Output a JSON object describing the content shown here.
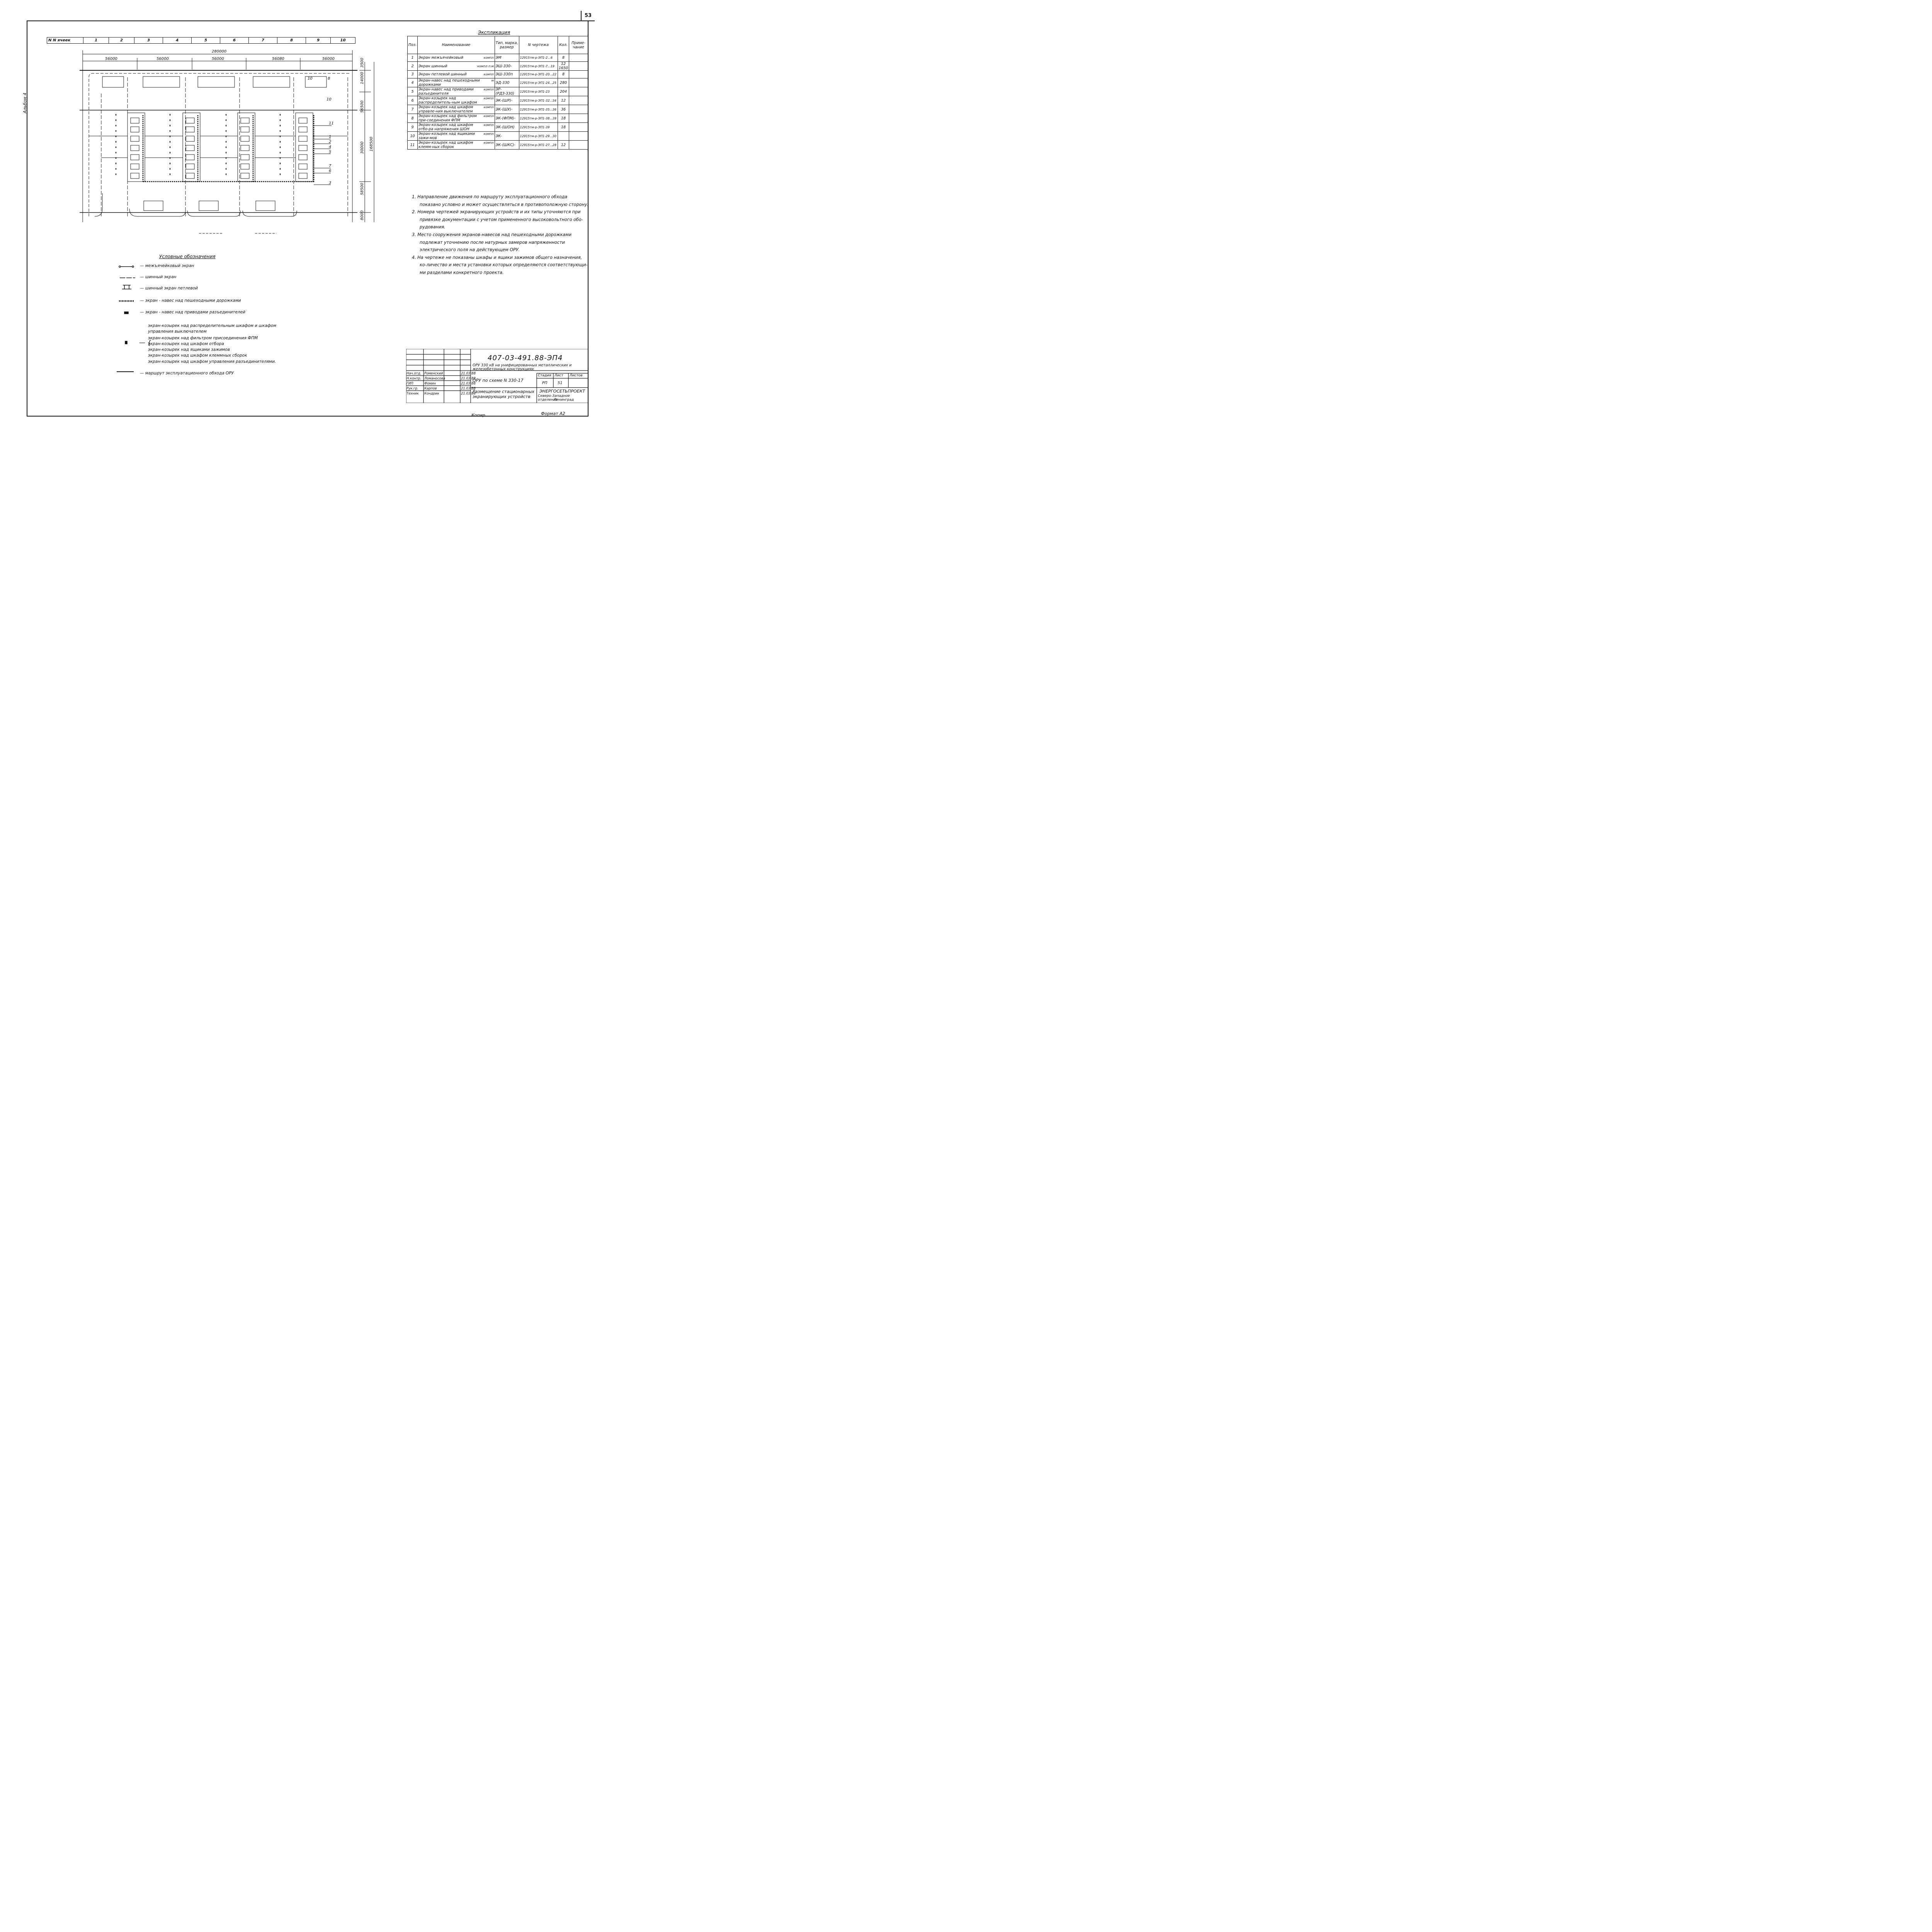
{
  "page_number": "53",
  "album": "Альбом 4",
  "cells_row": {
    "header": "N N ячеек",
    "cells": [
      "1",
      "2",
      "3",
      "4",
      "5",
      "6",
      "7",
      "8",
      "9",
      "10"
    ]
  },
  "dimensions": {
    "overall": "280000",
    "spans": [
      "56000",
      "56000",
      "56000",
      "56080",
      "56000"
    ],
    "right": [
      "3500",
      "14000",
      "56500",
      "30000",
      "168500",
      "58500",
      "8000"
    ]
  },
  "plan_callouts": [
    "10",
    "8",
    "10",
    "11",
    "1",
    "2",
    "4",
    "5",
    "7",
    "6",
    "3"
  ],
  "explication": {
    "title": "Экспликация",
    "headers": {
      "pos": "Поз.",
      "name": "Наименование",
      "type": "Тип, марка, размер",
      "drawing": "N чертежа",
      "qty": "Кол.",
      "note": "Приме-чание"
    },
    "rows": [
      {
        "pos": "1",
        "name": "Экран межъячейковый",
        "unit": "компл",
        "type": "ЭМ",
        "drawing": "12915тм-р-ЭП1-2...6",
        "qty": "8"
      },
      {
        "pos": "2",
        "name": "Экран шинный",
        "unit": "компл п.м",
        "type": "ЭШ-330-",
        "drawing": "12915тм-р-ЭП1-7...19",
        "qty": "12 1650"
      },
      {
        "pos": "3",
        "name": "Экран петлевой шинный",
        "unit": "компл",
        "type": "ЭШ-330п",
        "drawing": "12915тм-р-ЭП1-20...22",
        "qty": "8"
      },
      {
        "pos": "4",
        "name": "Экран-навес над пешеходными дорожками",
        "unit": "м",
        "type": "ЭД-330",
        "drawing": "12915тм-р-ЭП1-24...25",
        "qty": "280"
      },
      {
        "pos": "5",
        "name": "Экран-навес над приводами разъединителя",
        "unit": "компл",
        "type": "ЭР-(РДЗ-330)",
        "drawing": "12915тм-р-ЭП1-23",
        "qty": "204"
      },
      {
        "pos": "6",
        "name": "Экран-козырек над распределитель-ным шкафом",
        "unit": "компл",
        "type": "ЭК-(ШР)-",
        "drawing": "12915тм-р-ЭП1-32...34",
        "qty": "12"
      },
      {
        "pos": "7",
        "name": "Экран-козырек над шкафом управле-ния выключателем",
        "unit": "компл",
        "type": "ЭК-(ШУ)-",
        "drawing": "12915тм-р-ЭП1-35...36",
        "qty": "36"
      },
      {
        "pos": "8",
        "name": "Экран-козырек над фильтром при-соединения ФПМ",
        "unit": "компл",
        "type": "ЭК-(ФПМ)-",
        "drawing": "12915тм-р-ЭП1-38...39",
        "qty": "18"
      },
      {
        "pos": "9",
        "name": "Экран-козырек над шкафом отбо-ра напряжения ШОН",
        "unit": "компл",
        "type": "ЭК-(ШОН)",
        "drawing": "12915тм-р-ЭП1-39",
        "qty": "18"
      },
      {
        "pos": "10",
        "name": "Экран-козырек над ящиками зажи-мов",
        "unit": "компл",
        "type": "ЭК-",
        "drawing": "12915тм-р-ЭП1-29...30",
        "qty": ""
      },
      {
        "pos": "11",
        "name": "Экран-козырек над шкафом клемм-ных сборок",
        "unit": "компл",
        "type": "ЭК-(ШКС)-",
        "drawing": "12915тм-р-ЭП1-27...28",
        "qty": "12"
      }
    ]
  },
  "notes": [
    "1. Направление движения по маршруту эксплуатационного обхода показано условно и может осуществляться в противоположную сторону.",
    "2. Номера чертежей экранирующих устройств и их типы уточняются при привязке документации с учетом примененного высоковольтного обо-рудования.",
    "3. Место сооружения экранов-навесов над пешеходными дорожками подлежат уточнению после натурных замеров напряженности электрического поля на действующем ОРУ.",
    "4. На чертеже не показаны шкафы и ящики зажимов общего назначения, ко-личество и места установки которых определяются соответствующи-ми разделами конкретного проекта."
  ],
  "legend": {
    "title": "Условные обозначения",
    "items": [
      "— межъячейковый экран",
      "— шинный экран",
      "— шинный экран петлевой",
      "— экран - навес над пешеходными дорожками",
      "— экран - навес над приводами разъединителей",
      "экран-козырек над распределительным шкафом и шкафом",
      "управления выключателем",
      "экран-козырек над фильтром присоединения ФПМ",
      "экран-козырек над шкафом отбора",
      "экран-козырек над ящиками зажимов",
      "экран-козырек над шкафом клеммных сборок",
      "экран-козырек над шкафом управления разъединителями.",
      "— маршрут эксплуатационного обхода ОРУ"
    ]
  },
  "stamp": {
    "code": "407-03-491.88-ЭП4",
    "project": "ОРУ 330 кВ на унифицированных металлических и железобетонных конструкциях",
    "scheme": "ОРУ по схеме N 330-17",
    "sheet_title": "Размещение стационарных экранирующих устройств",
    "stage_label": "Стадия",
    "sheet_label": "Лист",
    "sheets_label": "Листов",
    "stage": "РП",
    "sheet": "51",
    "org": "ЭНЕРГОСЕТЬПРОЕКТ",
    "branch": "Северо-Западное отделение",
    "city": "Ленинград",
    "people": [
      {
        "role": "Нач.отд.",
        "name": "Роменский",
        "date": "21.03.88"
      },
      {
        "role": "Н.контр.",
        "name": "Ломаносова",
        "date": "21.03.88"
      },
      {
        "role": "ГИП",
        "name": "Фомин",
        "date": "21.03.88"
      },
      {
        "role": "Рук.гр.",
        "name": "Карпов",
        "date": "21.03.88"
      },
      {
        "role": "Техник",
        "name": "Кондрик",
        "date": "21.03.88"
      }
    ]
  },
  "footer": {
    "copied": "Копир.",
    "format": "Формат А2"
  }
}
